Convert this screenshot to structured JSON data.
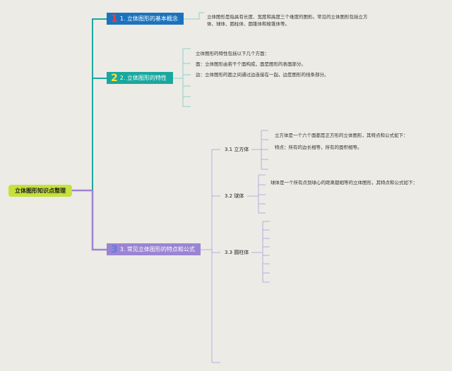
{
  "root": {
    "label": "立体图形知识点整理"
  },
  "topics": [
    {
      "num": "1",
      "label": "1. 立体图形的基本概念"
    },
    {
      "num": "2",
      "label": "2. 立体图形的特性"
    },
    {
      "num": "3",
      "label": "3. 常见立体图形的特点和公式"
    }
  ],
  "topic1_text": {
    "line1": "立体图形是指具有长度、宽度和高度三个维度的图形。常见的立体图形包括立方",
    "line2": "体、球体、圆柱体、圆锥体和棱锥体等。"
  },
  "topic2_text": {
    "intro": "立体图形的特性包括以下几个方面：",
    "face": "面：立体图形由若干个面构成，面是图形的表面部分。",
    "edge": "边：立体图形的面之间通过边连接在一起，边是图形的线条部分。"
  },
  "subtopics": {
    "cube": "3.1 立方体",
    "sphere": "3.2 球体",
    "cylinder": "3.3 圆柱体"
  },
  "cube_text": {
    "line1": "立方体是一个六个面都是正方形的立体图形，其特点和公式如下：",
    "line2": "特点：所有的边长相等，所有的面积相等。"
  },
  "sphere_text": {
    "line1": "球体是一个所有点到球心的距离都相等的立体图形，其特点和公式如下："
  },
  "colors": {
    "branch1": "#1aa89e",
    "branch3": "#9b84d3",
    "leaf": "#8fd0c8",
    "leaf3": "#b9aee0"
  }
}
